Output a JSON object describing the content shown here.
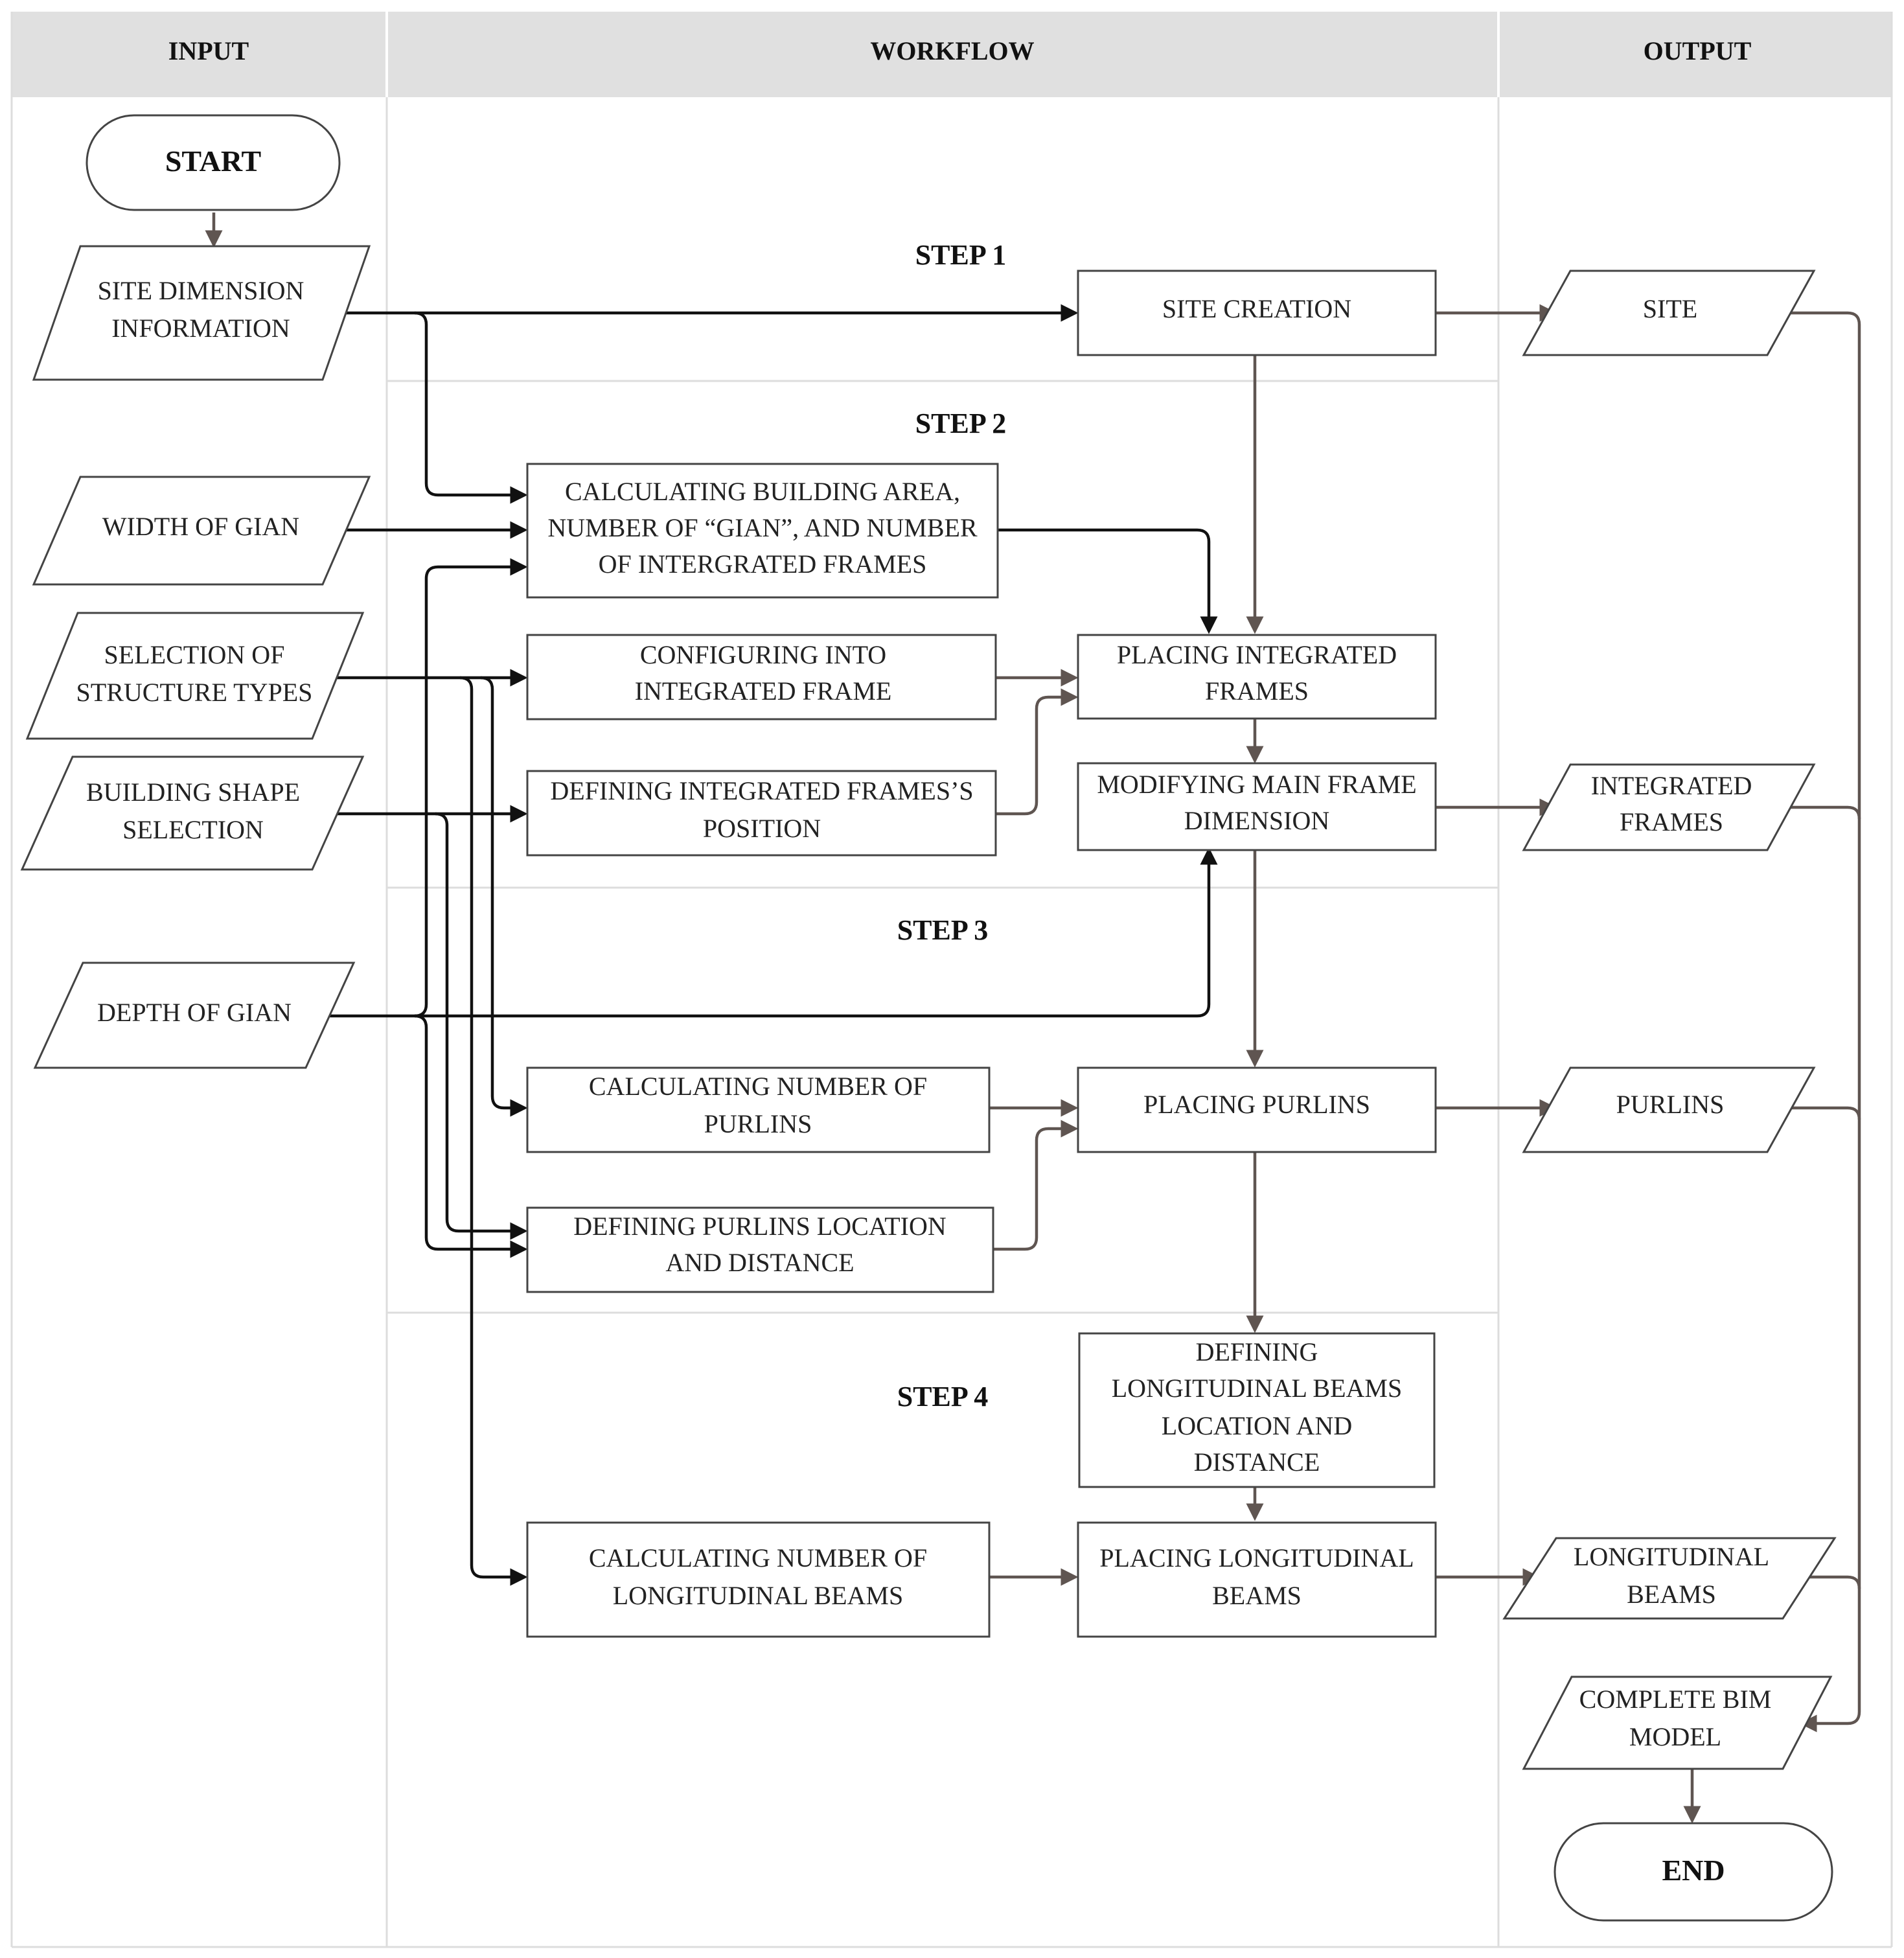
{
  "colors": {
    "header_bg": "#e0e0e0",
    "connector_dark": "#111111",
    "connector_brown": "#5f5551",
    "box_stroke": "#444444"
  },
  "lanes": {
    "input": "INPUT",
    "workflow": "WORKFLOW",
    "output": "OUTPUT"
  },
  "steps": {
    "step1": "STEP 1",
    "step2": "STEP 2",
    "step3": "STEP 3",
    "step4": "STEP 4"
  },
  "nodes": {
    "start": [
      "START"
    ],
    "site_dimension": [
      "SITE DIMENSION",
      "INFORMATION"
    ],
    "width_gian": [
      "WIDTH OF GIAN"
    ],
    "structure_types": [
      "SELECTION OF",
      "STRUCTURE TYPES"
    ],
    "building_shape": [
      "BUILDING SHAPE",
      "SELECTION"
    ],
    "depth_gian": [
      "DEPTH OF GIAN"
    ],
    "site_creation": [
      "SITE CREATION"
    ],
    "calc_building_area": [
      "CALCULATING BUILDING AREA,",
      "NUMBER OF “GIAN”, AND NUMBER",
      "OF INTERGRATED FRAMES"
    ],
    "configuring_frame": [
      "CONFIGURING INTO",
      "INTEGRATED FRAME"
    ],
    "defining_frames_position": [
      "DEFINING INTEGRATED FRAMES’S",
      "POSITION"
    ],
    "placing_integrated_frames": [
      "PLACING INTEGRATED",
      "FRAMES"
    ],
    "modifying_main_frame": [
      "MODIFYING MAIN FRAME",
      "DIMENSION"
    ],
    "calc_purlins": [
      "CALCULATING NUMBER OF",
      "PURLINS"
    ],
    "defining_purlins": [
      "DEFINING PURLINS LOCATION",
      "AND DISTANCE"
    ],
    "placing_purlins": [
      "PLACING PURLINS"
    ],
    "defining_long_beams": [
      "DEFINING",
      "LONGITUDINAL BEAMS",
      "LOCATION AND",
      "DISTANCE"
    ],
    "calc_long_beams": [
      "CALCULATING NUMBER OF",
      "LONGITUDINAL BEAMS"
    ],
    "placing_long_beams": [
      "PLACING LONGITUDINAL",
      "BEAMS"
    ],
    "site_output": [
      "SITE"
    ],
    "integrated_frames_output": [
      "INTEGRATED",
      "FRAMES"
    ],
    "purlins_output": [
      "PURLINS"
    ],
    "long_beams_output": [
      "LONGITUDINAL",
      "BEAMS"
    ],
    "complete_bim": [
      "COMPLETE BIM",
      "MODEL"
    ],
    "end": [
      "END"
    ]
  }
}
